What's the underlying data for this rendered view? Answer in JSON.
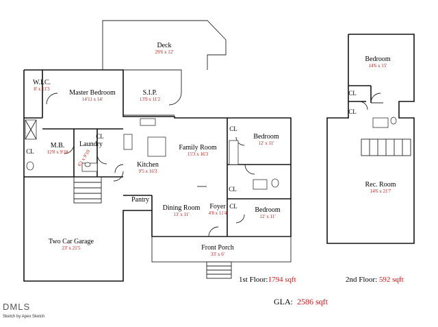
{
  "rooms": {
    "deck": {
      "name": "Deck",
      "dim": "29'6 x 12'"
    },
    "wic": {
      "name": "W.I.C.",
      "dim": "8' x 11'3"
    },
    "master_bedroom": {
      "name": "Master Bedroom",
      "dim": "14'11 x 14'"
    },
    "sip": {
      "name": "S.I.P.",
      "dim": "13'9 x 11'2"
    },
    "mb": {
      "name": "M.B.",
      "dim": "12'8 x 9'10"
    },
    "laundry": {
      "name": "Laundry",
      "dim": "6'1 x 9'10"
    },
    "family_room": {
      "name": "Family Room",
      "dim": "15'3 x 16'3"
    },
    "bedroom_1": {
      "name": "Bedroom",
      "dim": "12' x 11'"
    },
    "kitchen": {
      "name": "Kitchen",
      "dim": "9'5 x 16'3"
    },
    "pantry": {
      "name": "Pantry"
    },
    "dining_room": {
      "name": "Dining Room",
      "dim": "13' x 11'"
    },
    "foyer": {
      "name": "Foyer",
      "dim": "4'8 x 11'4"
    },
    "bedroom_2": {
      "name": "Bedroom",
      "dim": "12' x 11'"
    },
    "garage": {
      "name": "Two Car Garage",
      "dim": "23' x 21'5"
    },
    "front_porch": {
      "name": "Front Porch",
      "dim": "33' x 6'"
    },
    "bedroom_up": {
      "name": "Bedroom",
      "dim": "14'6 x 15'"
    },
    "rec_room": {
      "name": "Rec. Room",
      "dim": "14'6 x 21'7"
    }
  },
  "closets": {
    "cl": "CL"
  },
  "summary": {
    "first_floor_label": "1st Floor:",
    "first_floor_value": "1794 sqft",
    "second_floor_label": "2nd Floor:",
    "second_floor_value": "592 sqft",
    "gla_label": "GLA:",
    "gla_value": "2586 sqft"
  },
  "branding": {
    "logo": "DMLS",
    "credit": "Sketch by Apex Sketch"
  }
}
